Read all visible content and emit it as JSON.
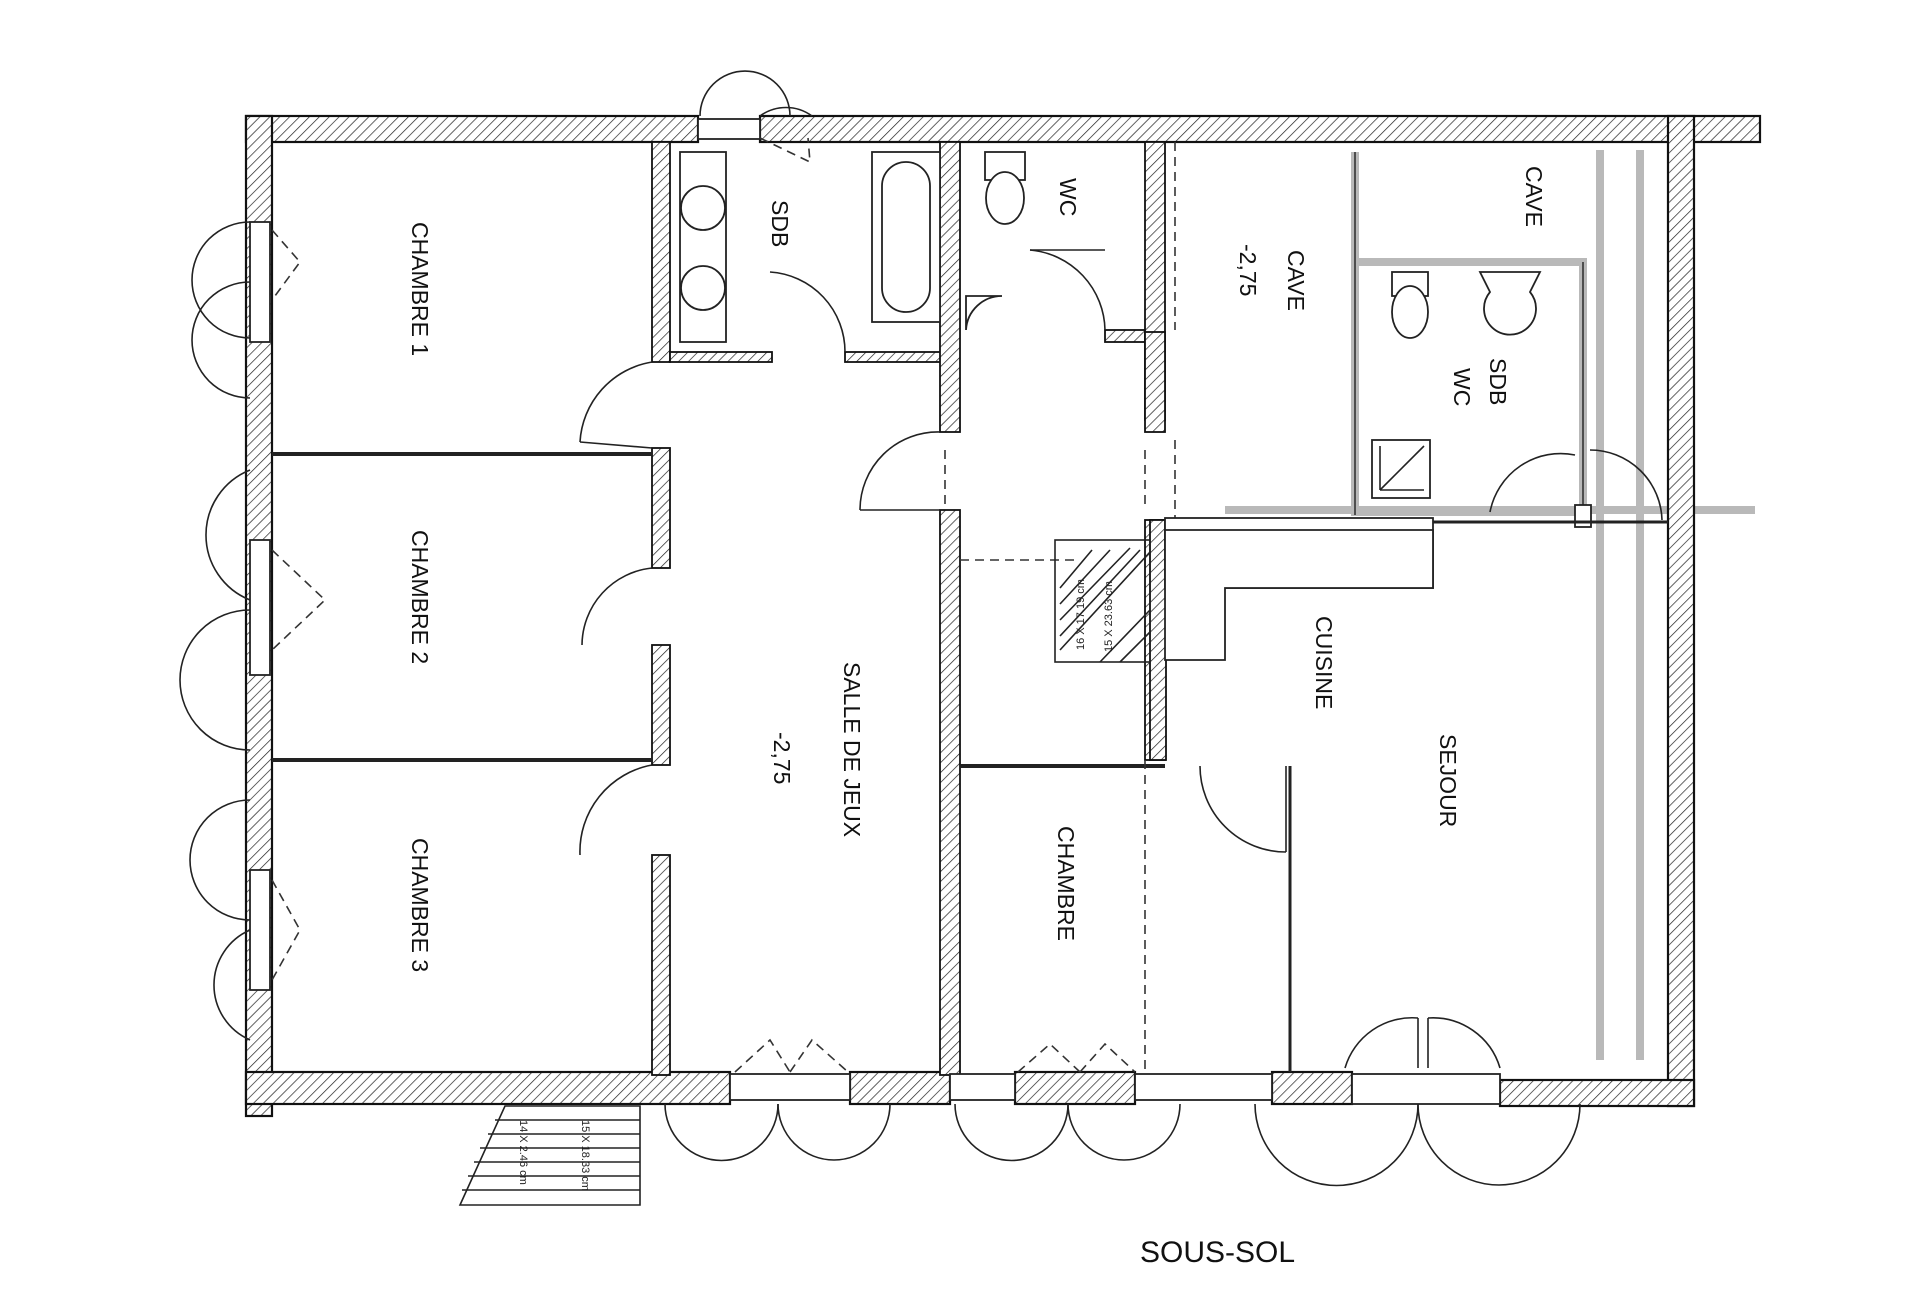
{
  "plan": {
    "title": "SOUS-SOL",
    "rooms": {
      "chambre1": "CHAMBRE 1",
      "chambre2": "CHAMBRE 2",
      "chambre3": "CHAMBRE 3",
      "sdb_left": "SDB",
      "wc": "WC",
      "salle_de_jeux": "SALLE DE JEUX",
      "salle_level": "-2,75",
      "cave_mid": "CAVE",
      "cave_level": "-2,75",
      "cave_right": "CAVE",
      "sdb_right": "SDB",
      "wc_right": "WC",
      "cuisine": "CUISINE",
      "sejour": "SEJOUR",
      "chambre": "CHAMBRE"
    },
    "stair_notes": {
      "inner_line1": "16 X 17.19 cm",
      "inner_line2": "15 X 23.63 cm",
      "outer_line1": "14 X 2.46 cm",
      "outer_line2": "15 X 18.33 cm"
    }
  }
}
